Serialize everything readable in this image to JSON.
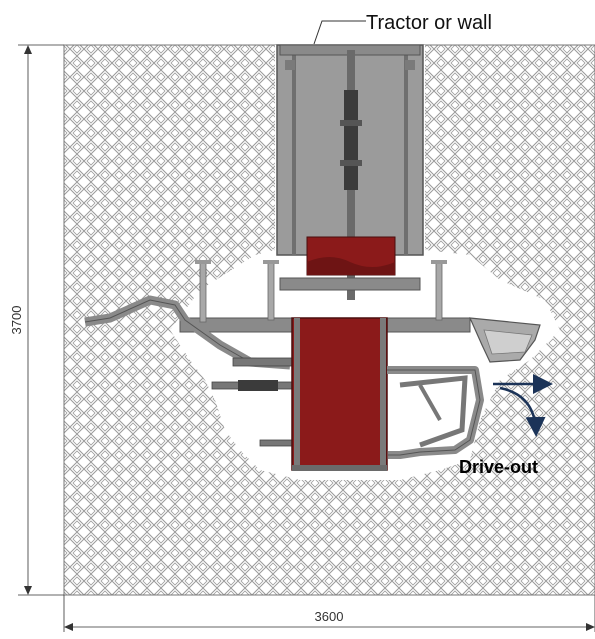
{
  "labels": {
    "top_callout": "Tractor or wall",
    "drive_out": "Drive-out",
    "dim_height": "3700",
    "dim_width": "3600"
  },
  "colors": {
    "hatch": "#9a9a9a",
    "frame": "#8a8a8a",
    "frame_dark": "#5e5e5e",
    "panel": "#9b9b9b",
    "red": "#8b1a1a",
    "arrow": "#1b3358",
    "dim": "#333333"
  },
  "icons": {
    "drive_arrow": "curved-arrow-icon"
  }
}
